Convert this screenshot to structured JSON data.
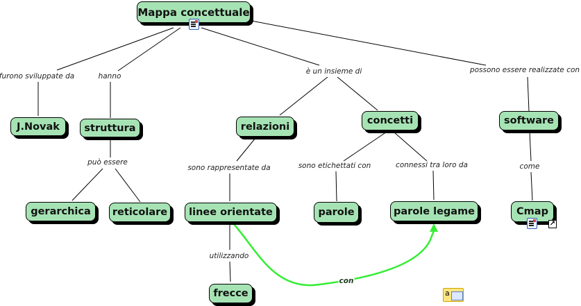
{
  "title": "Mappa concettuale",
  "colors": {
    "node_fill": "#a6e3b4",
    "node_border": "#000000",
    "link_line": "#000000",
    "cross_link": "#33ee33"
  },
  "concepts": {
    "mappa": "Mappa concettuale",
    "novak": "J.Novak",
    "struttura": "struttura",
    "relazioni": "relazioni",
    "concetti": "concetti",
    "software": "software",
    "gerarchica": "gerarchica",
    "reticolare": "reticolare",
    "linee": "linee orientate",
    "parole": "parole",
    "parole_legame": "parole legame",
    "cmap": "Cmap",
    "frecce": "frecce"
  },
  "linking_phrases": {
    "furono": "furono sviluppate da",
    "hanno": "hanno",
    "insieme": "è un insieme di",
    "possono": "possono essere realizzate con",
    "puo": "può essere",
    "rappresentate": "sono rappresentate da",
    "etichettati": "sono etichettati con",
    "connessi": "connessi tra loro da",
    "come": "come",
    "utilizzando": "utilizzando",
    "con": "con"
  },
  "icons": {
    "resource": "document-resource-icon",
    "link": "shortcut-arrow-icon",
    "note": "annotation-note-icon",
    "link_glyph": "↗",
    "note_glyph": "a"
  }
}
